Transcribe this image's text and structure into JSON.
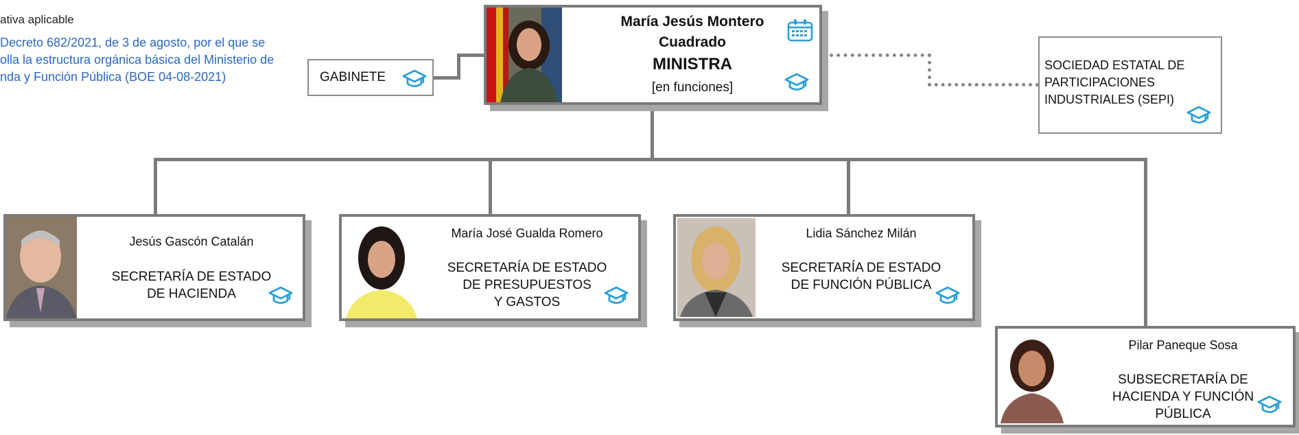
{
  "legal": {
    "heading": "ativa aplicable",
    "lines": [
      "Decreto 682/2021, de 3 de agosto, por el que se",
      "olla la estructura orgánica básica del Ministerio de",
      "nda y Función Pública (BOE 04-08-2021)"
    ]
  },
  "gabinete": {
    "label": "GABINETE",
    "icon": "graduation-cap-icon"
  },
  "minister": {
    "name_line1": "María Jesús Montero",
    "name_line2": "Cuadrado",
    "title": "MINISTRA",
    "status": "[en funciones]",
    "icons": [
      "calendar-icon",
      "graduation-cap-icon"
    ]
  },
  "sepi": {
    "lines": [
      "SOCIEDAD ESTATAL DE",
      "PARTICIPACIONES",
      "INDUSTRIALES (SEPI)"
    ],
    "icon": "graduation-cap-icon"
  },
  "units": [
    {
      "person": "Jesús Gascón Catalán",
      "lines": [
        "SECRETARÍA DE ESTADO",
        "DE HACIENDA"
      ]
    },
    {
      "person": "María José Gualda Romero",
      "lines": [
        "SECRETARÍA DE ESTADO",
        "DE PRESUPUESTOS",
        "Y GASTOS"
      ]
    },
    {
      "person": "Lidia Sánchez Milán",
      "lines": [
        "SECRETARÍA DE ESTADO",
        "DE FUNCIÓN PÚBLICA"
      ]
    },
    {
      "person": "Pilar Paneque Sosa",
      "lines": [
        "SUBSECRETARÍA DE",
        "HACIENDA Y FUNCIÓN",
        "PÚBLICA"
      ]
    }
  ],
  "colors": {
    "connector": "#7b7b7b",
    "shadow": "#a7a7a7",
    "icon": "#2a9fd6",
    "link": "#2a67c2"
  }
}
